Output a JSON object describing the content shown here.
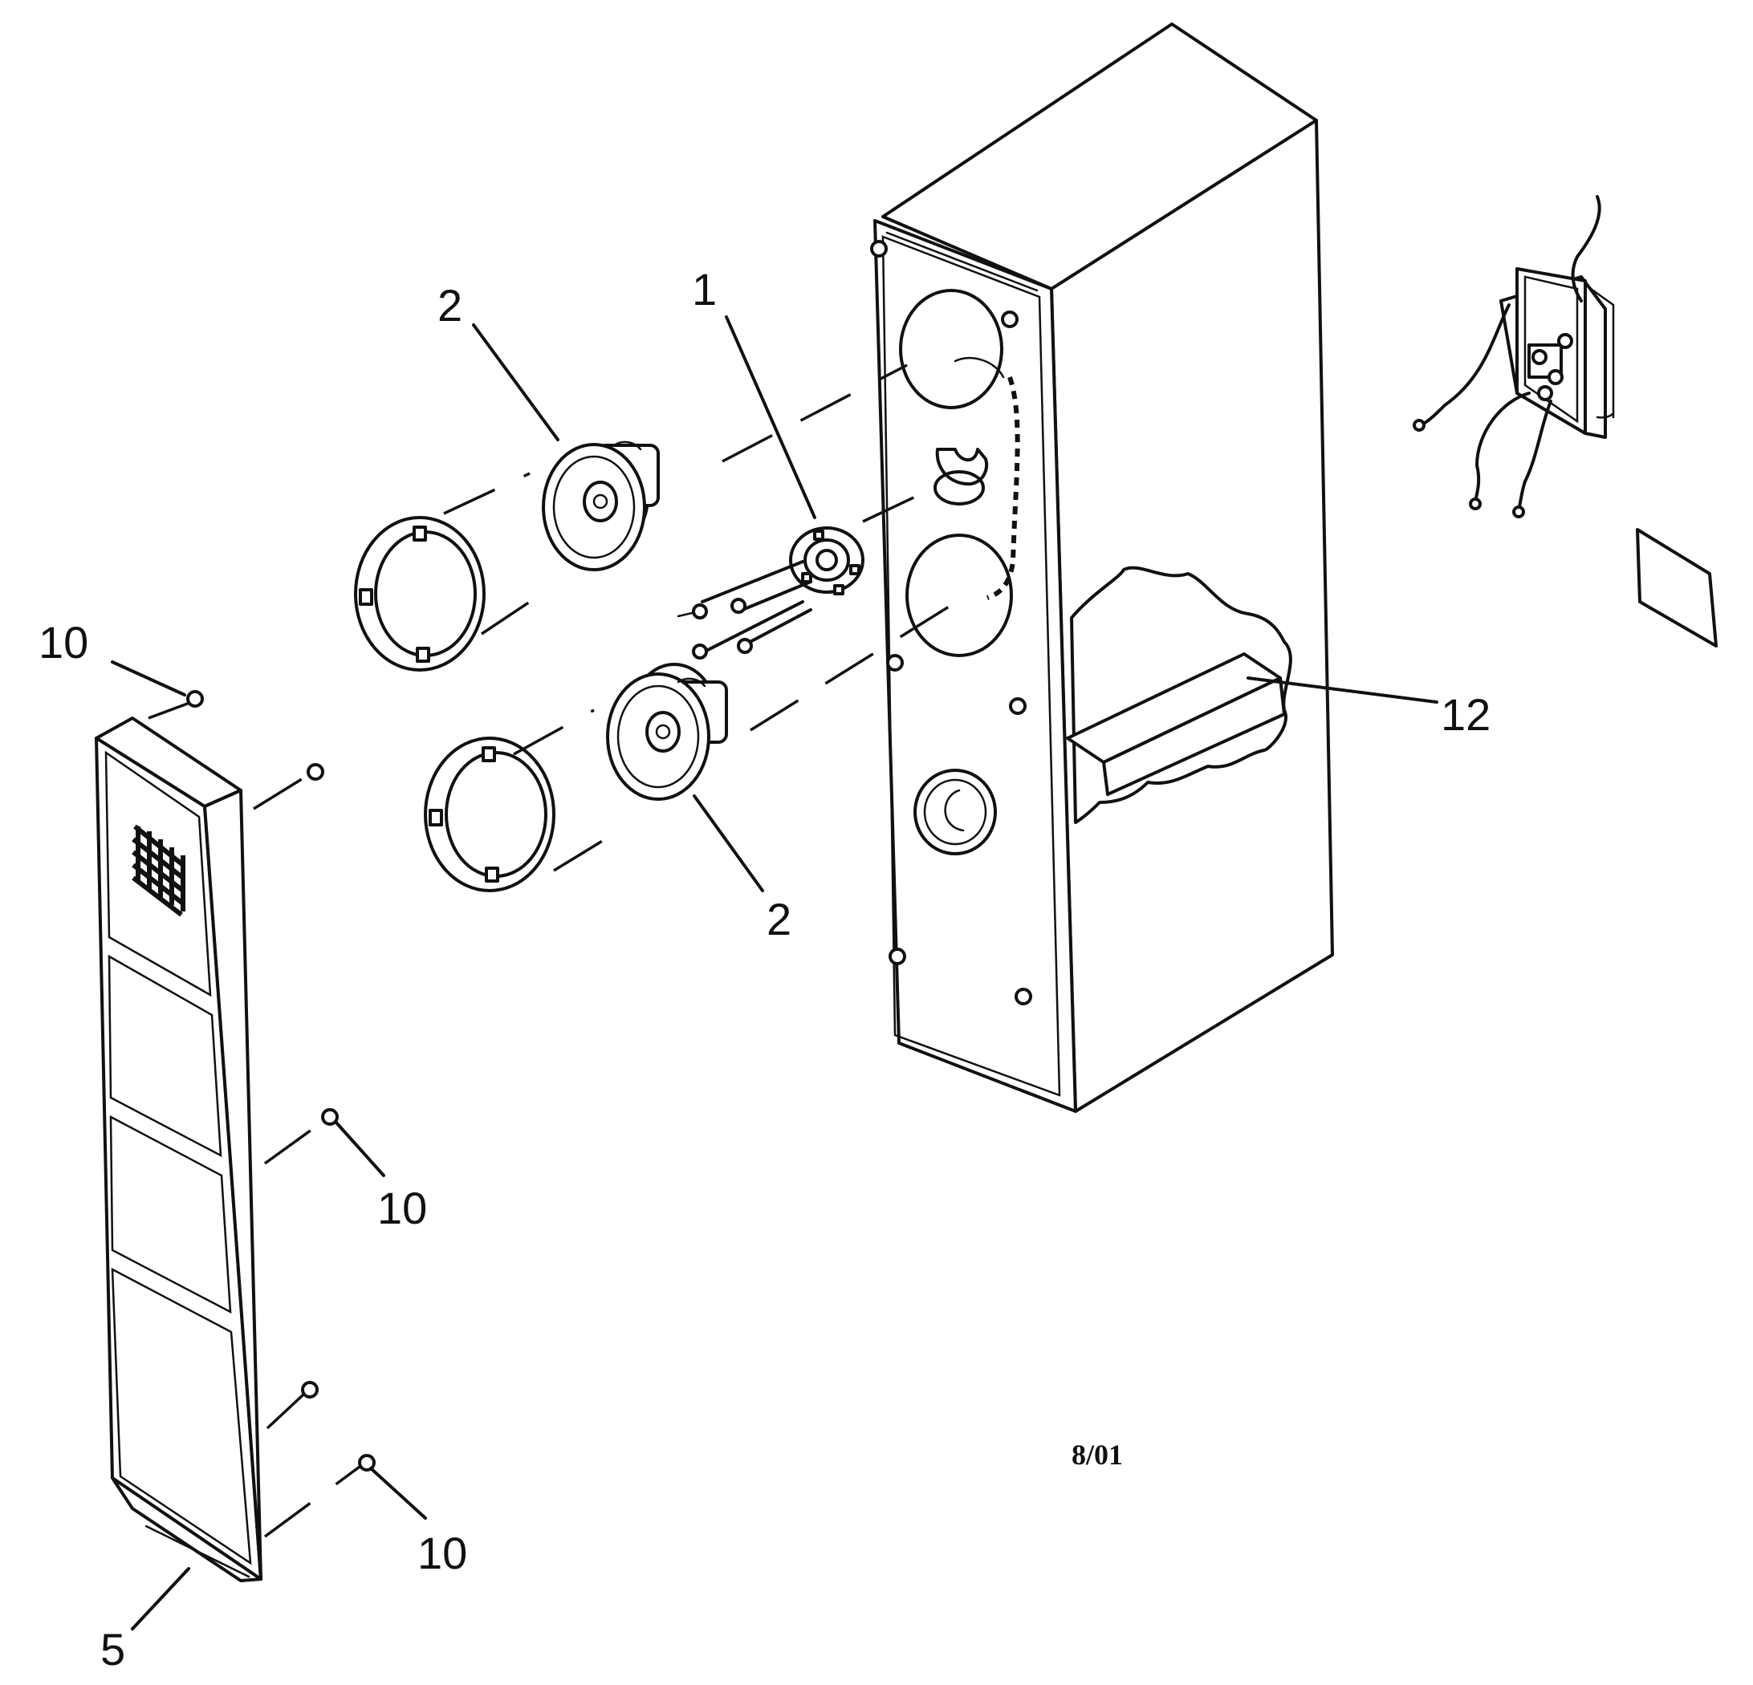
{
  "labels": {
    "l1": "1",
    "l2a": "2",
    "l2b": "2",
    "l5": "5",
    "l10a": "10",
    "l10b": "10",
    "l10c": "10",
    "l12": "12"
  },
  "date_stamp": "8/01"
}
